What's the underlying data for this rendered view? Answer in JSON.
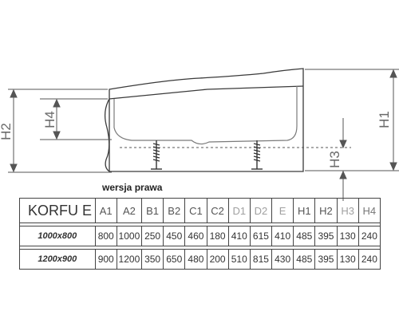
{
  "labels": {
    "h1": "H1",
    "h2": "H2",
    "h3": "H3",
    "h4": "H4",
    "version": "wersja prawa"
  },
  "table": {
    "model": "KORFU E",
    "columns": [
      "A1",
      "A2",
      "B1",
      "B2",
      "C1",
      "C2",
      "D1",
      "D2",
      "E",
      "H1",
      "H2",
      "H3",
      "H4"
    ],
    "rows": [
      {
        "size": "1000x800",
        "values": [
          "800",
          "1000",
          "250",
          "450",
          "460",
          "180",
          "410",
          "615",
          "410",
          "485",
          "395",
          "130",
          "240"
        ]
      },
      {
        "size": "1200x900",
        "values": [
          "900",
          "1200",
          "350",
          "650",
          "480",
          "200",
          "510",
          "815",
          "430",
          "485",
          "395",
          "130",
          "240"
        ]
      }
    ]
  }
}
